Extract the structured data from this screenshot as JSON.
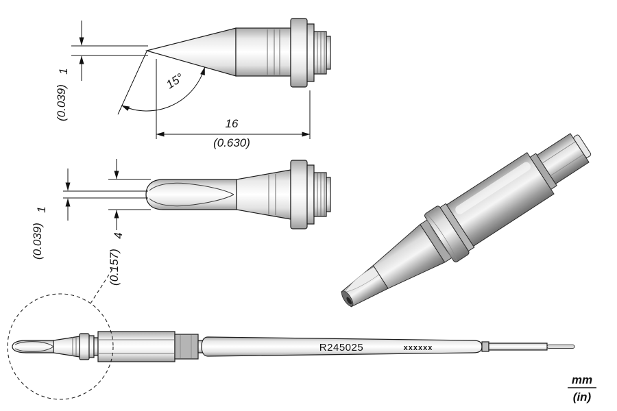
{
  "dims": {
    "side_thickness_mm": "1",
    "side_thickness_in": "(0.039)",
    "angle": "15°",
    "length_mm": "16",
    "length_in": "(0.630)",
    "front_thickness_mm": "1",
    "front_thickness_in": "(0.039)",
    "front_width_mm": "4",
    "front_width_in": "(0.157)"
  },
  "labels": {
    "part_number": "R245025",
    "serial_mask": "xxxxxx",
    "unit_primary": "mm",
    "unit_secondary": "(in)"
  },
  "colors": {
    "line": "#111111",
    "metal_light": "#f5f5f5",
    "metal_dark": "#9c9c9c"
  }
}
